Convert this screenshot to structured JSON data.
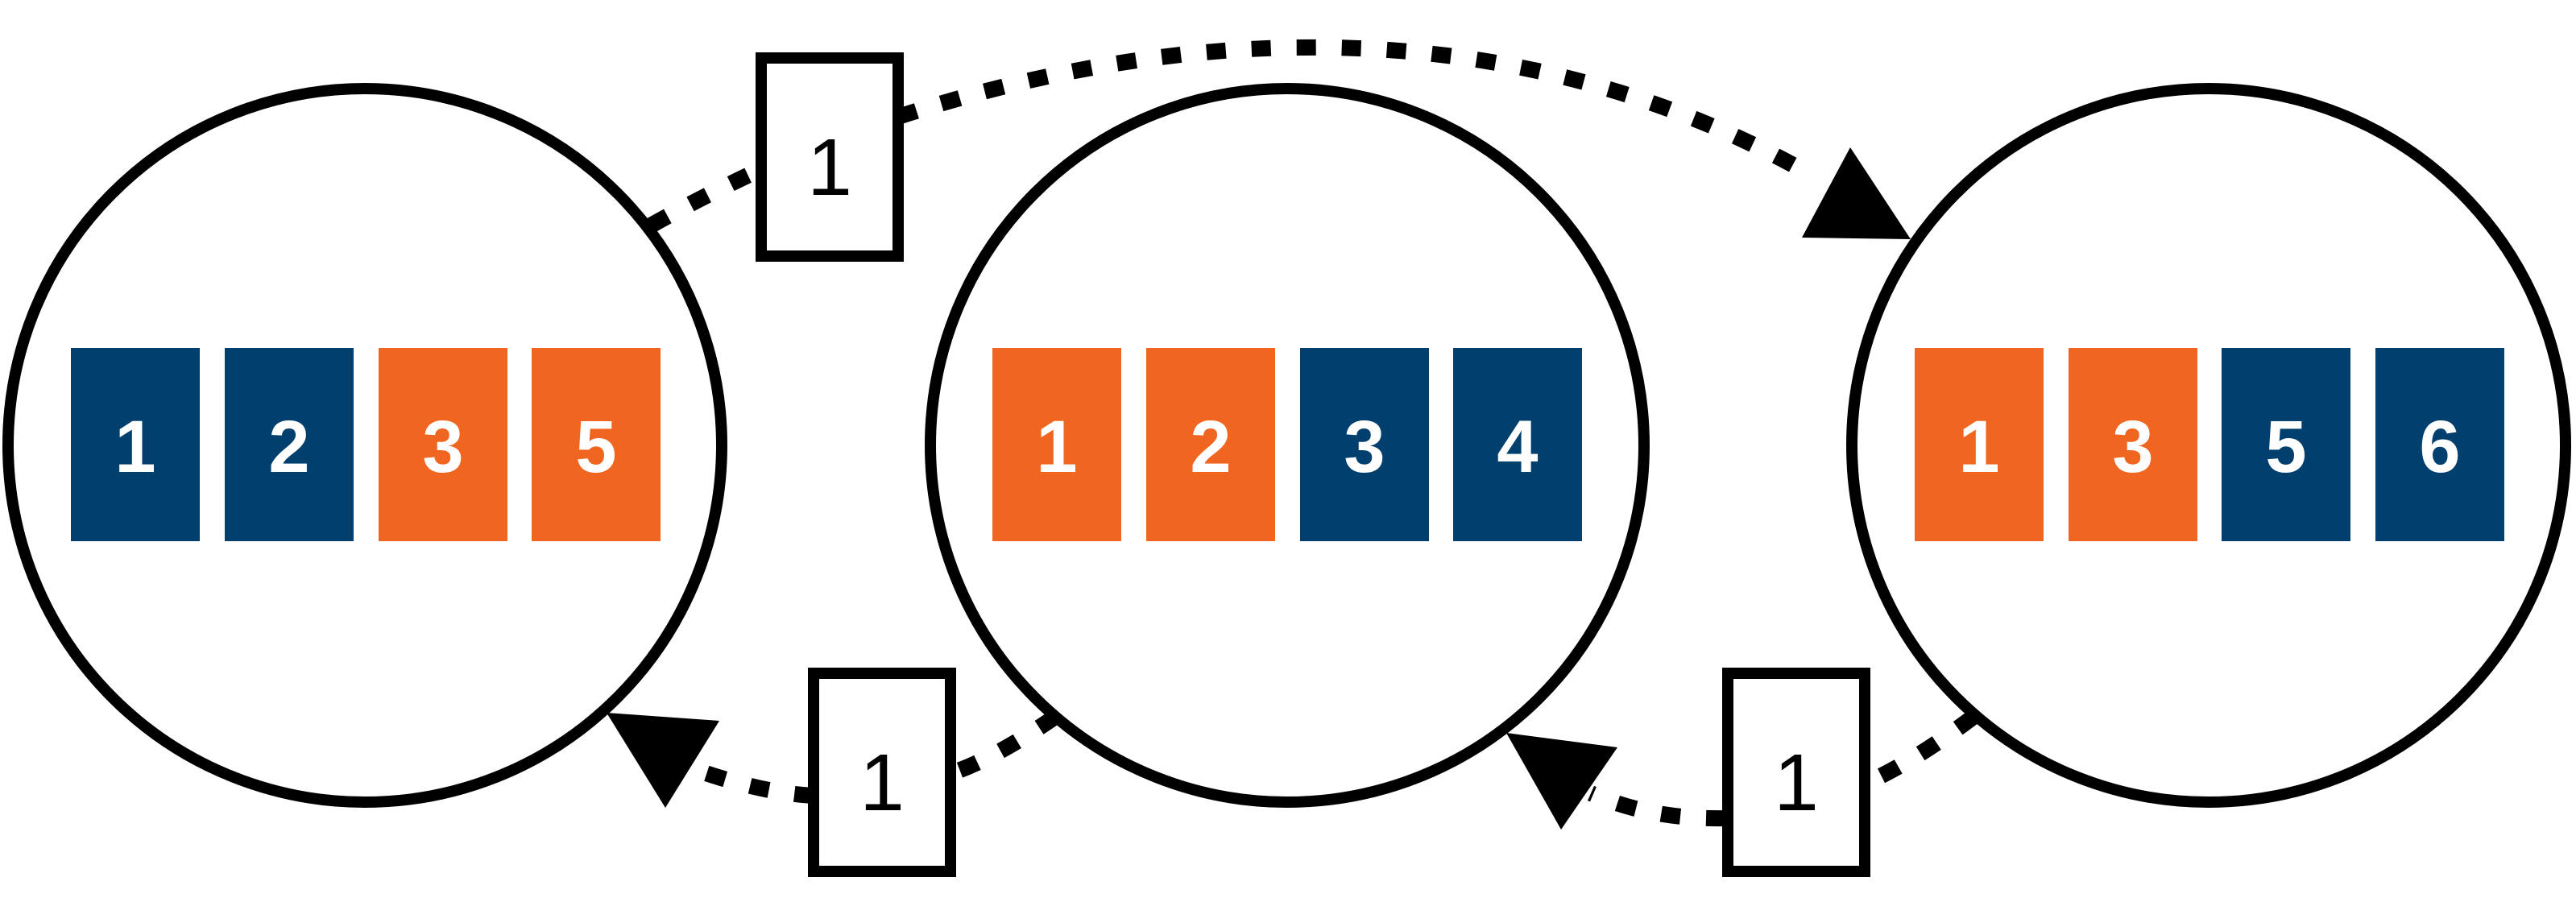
{
  "colors": {
    "blue": "#003f6e",
    "orange": "#f0651f",
    "outline": "#000000",
    "background": "#ffffff"
  },
  "nodes": [
    {
      "id": "node-left",
      "tiles": [
        {
          "label": "1",
          "color": "blue"
        },
        {
          "label": "2",
          "color": "blue"
        },
        {
          "label": "3",
          "color": "orange"
        },
        {
          "label": "5",
          "color": "orange"
        }
      ]
    },
    {
      "id": "node-middle",
      "tiles": [
        {
          "label": "1",
          "color": "orange"
        },
        {
          "label": "2",
          "color": "orange"
        },
        {
          "label": "3",
          "color": "blue"
        },
        {
          "label": "4",
          "color": "blue"
        }
      ]
    },
    {
      "id": "node-right",
      "tiles": [
        {
          "label": "1",
          "color": "orange"
        },
        {
          "label": "3",
          "color": "orange"
        },
        {
          "label": "5",
          "color": "blue"
        },
        {
          "label": "6",
          "color": "blue"
        }
      ]
    }
  ],
  "transfers": [
    {
      "id": "left-to-right",
      "from": "node-left",
      "to": "node-right",
      "label": "1"
    },
    {
      "id": "middle-to-left",
      "from": "node-middle",
      "to": "node-left",
      "label": "1"
    },
    {
      "id": "right-to-middle",
      "from": "node-right",
      "to": "node-middle",
      "label": "1"
    }
  ]
}
